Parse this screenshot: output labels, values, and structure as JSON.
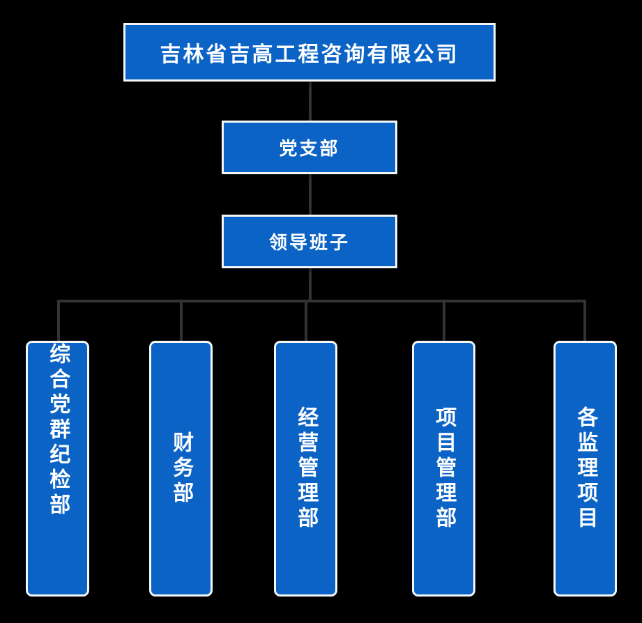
{
  "diagram": {
    "type": "organization-chart",
    "title_node": {
      "id": "company",
      "label": "吉林省吉高工程咨询有限公司",
      "level": 0
    },
    "middle_nodes": [
      {
        "id": "party-branch",
        "label": "党支部",
        "level": 1
      },
      {
        "id": "leadership",
        "label": "领导班子",
        "level": 1
      }
    ],
    "departments": [
      {
        "id": "dept-general-party-discipline",
        "label": "综合党群纪检部",
        "align": "top"
      },
      {
        "id": "dept-finance",
        "label": "财务部",
        "align": "center"
      },
      {
        "id": "dept-business-management",
        "label": "经营管理部",
        "align": "center"
      },
      {
        "id": "dept-project-management",
        "label": "项目管理部",
        "align": "center"
      },
      {
        "id": "dept-supervision-projects",
        "label": "各监理项目",
        "align": "center"
      }
    ],
    "colors": {
      "background": "#000000",
      "node_fill": "#0b63c5",
      "node_border": "#f4f6f8",
      "node_text": "#ffffff",
      "connector": "#333333"
    }
  }
}
